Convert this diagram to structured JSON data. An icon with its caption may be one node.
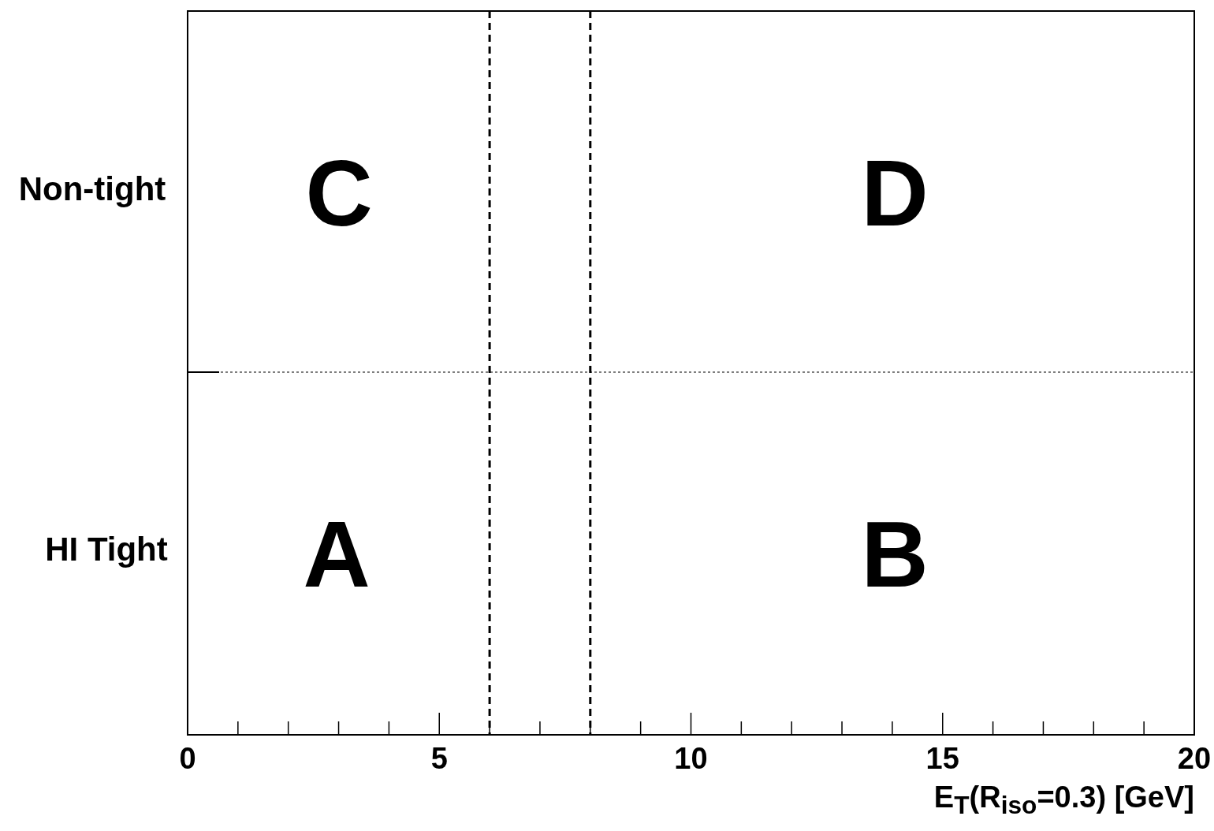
{
  "diagram": {
    "labels": [
      "Non-tight",
      "C",
      "D",
      "HI Tight",
      "A",
      "B",
      "0",
      "5",
      "10",
      "15",
      "20",
      "E$_{T}$(R$_{iso}$=0.3) [GeV]"
    ]
  }
}
